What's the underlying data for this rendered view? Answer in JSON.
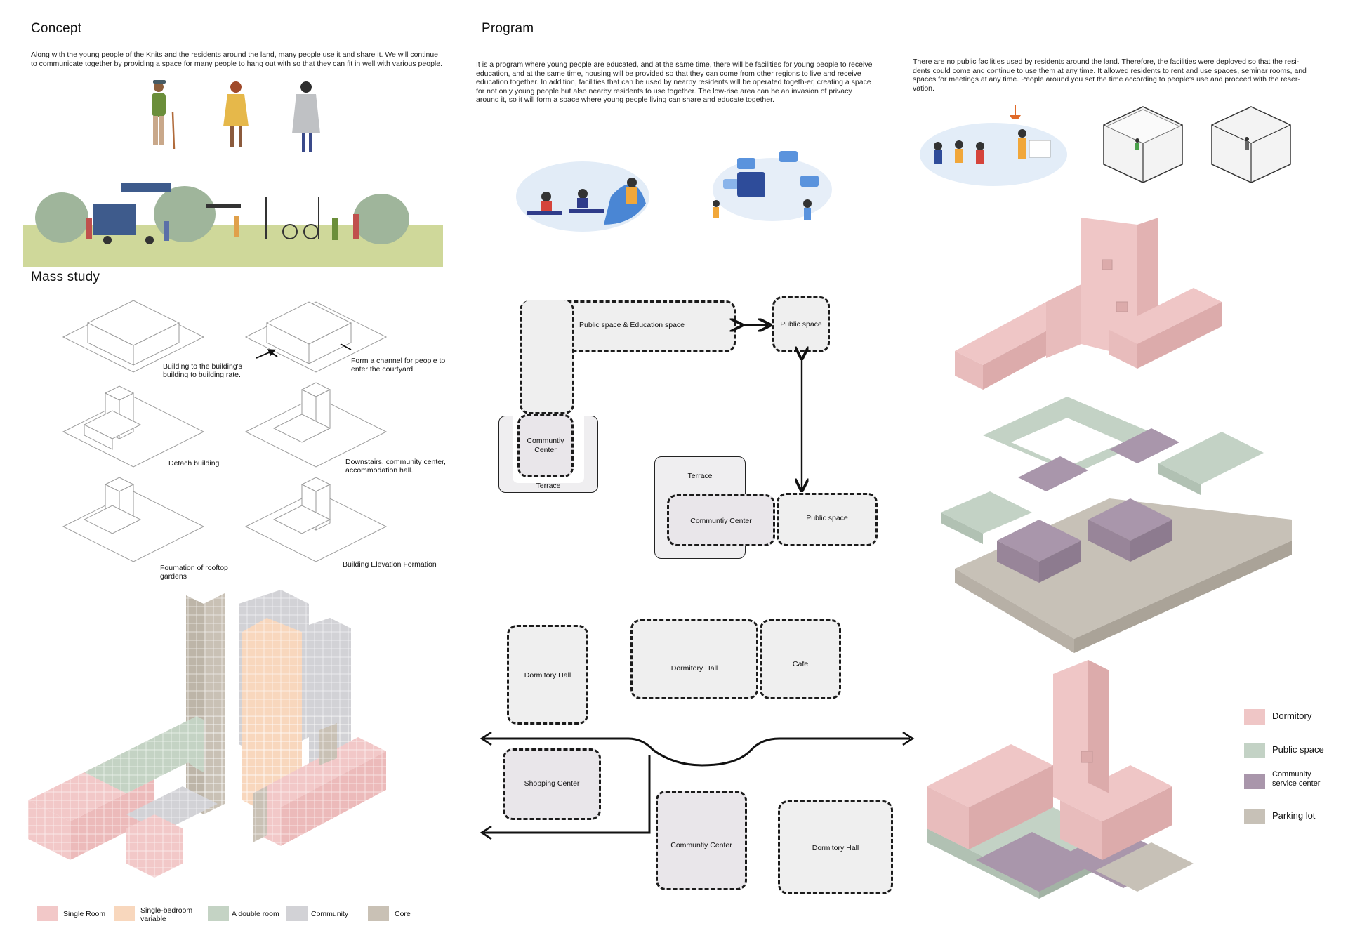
{
  "headings": {
    "concept": "Concept",
    "program": "Program",
    "mass": "Mass study"
  },
  "paragraphs": {
    "concept": "Along with the young people of the Knits and the residents around the land, many people use it and share it. We will continue to communicate together by providing a space for many people to hang out with so that they can fit in well with various people.",
    "program": "It is a program where young people are educated, and at the same time, there will be facilities for young people to receive education, and at the same time, housing will be provided so that they can come from other regions to live and receive education together. In addition, facilities that can be used by nearby residents will be operated togeth-er, creating a space for not only young people but also nearby residents to use together. The low-rise area can be an invasion of privacy around it, so it will form a space where young people living can share and educate together.",
    "facilities": "There are no public facilities used by residents around the land. Therefore, the facilities were deployed so that the resi-dents could come and continue to use them at any time. It allowed residents to rent and use spaces, seminar rooms, and spaces for meetings at any time. People around you set the time according to people's use and proceed with the reser-vation."
  },
  "mass_captions": {
    "c1": "Building to the building's building to building rate.",
    "c2": "Form a channel for people to enter the courtyard.",
    "c3": "Detach building",
    "c4": "Downstairs, community center, accommodation hall.",
    "c5": "Foumation of rooftop gardens",
    "c6": "Building Elevation Formation"
  },
  "diagram1": {
    "public_edu": "Public space & Education space",
    "public1": "Public space",
    "community1": "Communtiy Center",
    "terrace1": "Terrace",
    "terrace2": "Terrace",
    "community2": "Communtiy Center",
    "public2": "Public space"
  },
  "diagram2": {
    "dorm1": "Dormitory Hall",
    "dorm2": "Dormitory Hall",
    "cafe": "Cafe",
    "shopping": "Shopping Center",
    "community": "Communtiy Center",
    "dorm3": "Dormitory Hall"
  },
  "legend_bottom": [
    {
      "label": "Single Room",
      "color": "#f2c8c8"
    },
    {
      "label": "Single-bedroom variable",
      "color": "#f8d7bd"
    },
    {
      "label": "A double room",
      "color": "#c4d3c4"
    },
    {
      "label": "Community",
      "color": "#d2d2d6"
    },
    {
      "label": "Core",
      "color": "#c9c1b5"
    }
  ],
  "legend_right": [
    {
      "label": "Dormitory",
      "color": "#efc6c6"
    },
    {
      "label": "Public space",
      "color": "#c3d2c5"
    },
    {
      "label": "Community service center",
      "color": "#a996ab"
    },
    {
      "label": "Parking lot",
      "color": "#c7c1b7"
    }
  ],
  "colors": {
    "dorm": "#efc6c6",
    "public": "#c3d2c5",
    "community": "#a996ab",
    "parking": "#c7c1b7",
    "grass": "#cfd89a"
  }
}
